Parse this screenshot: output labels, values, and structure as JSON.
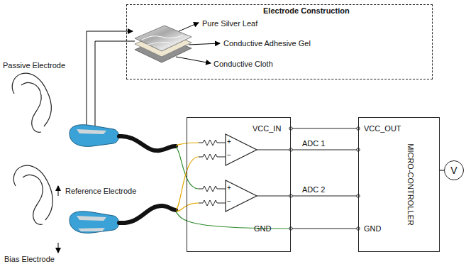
{
  "diagram": {
    "nodes": [
      {
        "text": [
          "Electrode Construction",
          "Pure Silver Leaf",
          "Conductive Adhesive Gel",
          "Conductive Cloth"
        ]
      },
      {
        "text": [
          "VCC_IN",
          "GND"
        ]
      },
      {
        "text": [
          "MICRO-CONTROLLER",
          "VCC_OUT",
          "GND"
        ]
      },
      {
        "text": [
          "V"
        ]
      }
    ],
    "edges": [
      {
        "from": 1,
        "to": 2,
        "arrow": "none"
      },
      {
        "from": 1,
        "to": 2,
        "label": "ADC 1",
        "arrow": "none"
      },
      {
        "from": 1,
        "to": 2,
        "label": "ADC 2",
        "arrow": "none"
      },
      {
        "from": 1,
        "to": 2,
        "arrow": "none"
      },
      {
        "from": 2,
        "to": 3,
        "arrow": "none"
      }
    ],
    "labels": [
      "Passive Electrode",
      "Reference Electrode",
      "Bias Electrode",
      "+",
      "−",
      "+",
      "−"
    ]
  }
}
